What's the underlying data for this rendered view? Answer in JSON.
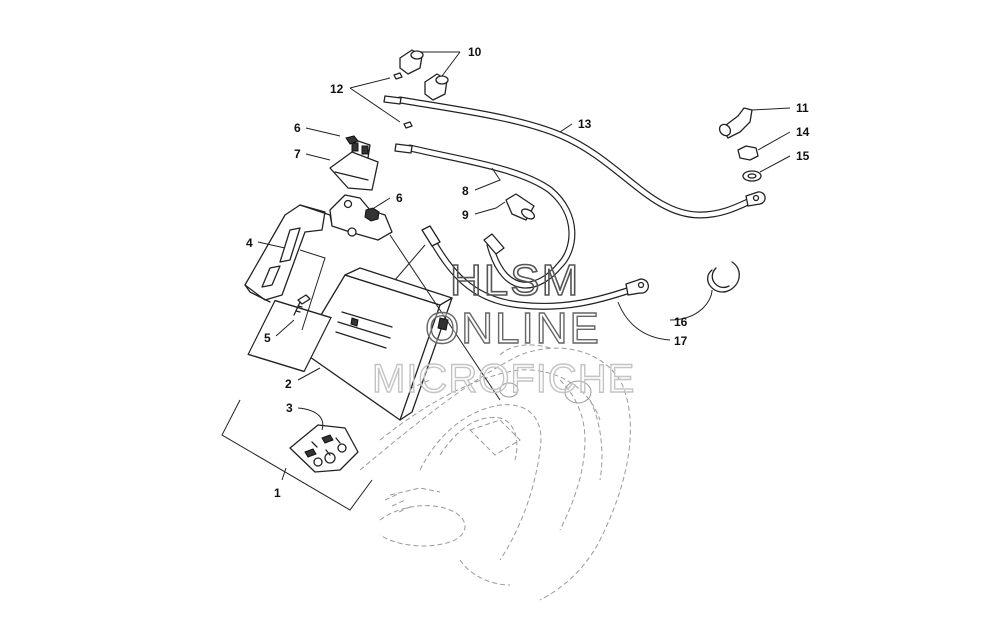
{
  "callouts": [
    {
      "label": "1"
    },
    {
      "label": "2"
    },
    {
      "label": "3"
    },
    {
      "label": "4"
    },
    {
      "label": "5"
    },
    {
      "label": "6"
    },
    {
      "label": "6"
    },
    {
      "label": "7"
    },
    {
      "label": "8"
    },
    {
      "label": "9"
    },
    {
      "label": "10"
    },
    {
      "label": "11"
    },
    {
      "label": "12"
    },
    {
      "label": "13"
    },
    {
      "label": "14"
    },
    {
      "label": "15"
    },
    {
      "label": "16"
    },
    {
      "label": "17"
    }
  ],
  "watermark": {
    "line1": "HLSM",
    "line2": "ONLINE",
    "line3": "MICROFICHE"
  },
  "colors": {
    "line": "#222222",
    "ghost": "#9a9a9a",
    "background": "#ffffff"
  }
}
